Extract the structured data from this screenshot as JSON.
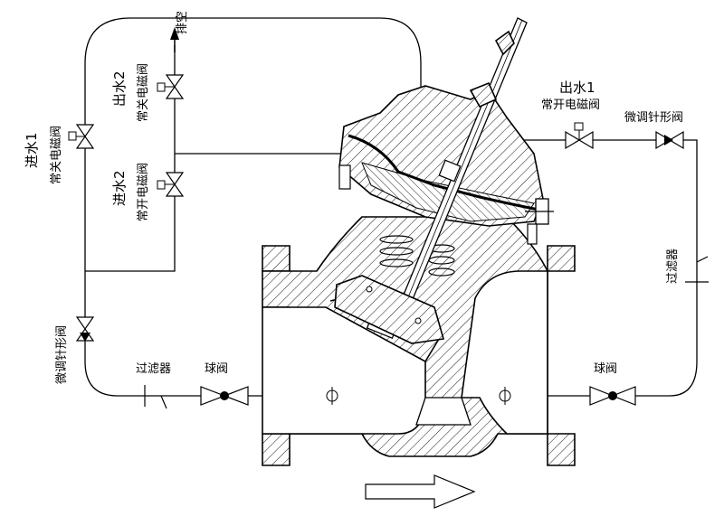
{
  "labels": {
    "vent": "排空",
    "inlet1_title": "进水1",
    "inlet1_sub": "常关电磁阀",
    "outlet2_title": "出水2",
    "outlet2_sub": "常关电磁阀",
    "inlet2_title": "进水2",
    "inlet2_sub": "常开电磁阀",
    "outlet1_title": "出水1",
    "outlet1_sub": "常开电磁阀",
    "needle_right": "微调针形阀",
    "needle_left": "微调针形阀",
    "filter_right": "过滤器",
    "filter_left": "过滤器",
    "ball_left": "球阀",
    "ball_right": "球阀"
  },
  "icons": {
    "flow_arrow": "flow-direction-arrow",
    "vent_arrow": "vent-up-arrow"
  }
}
